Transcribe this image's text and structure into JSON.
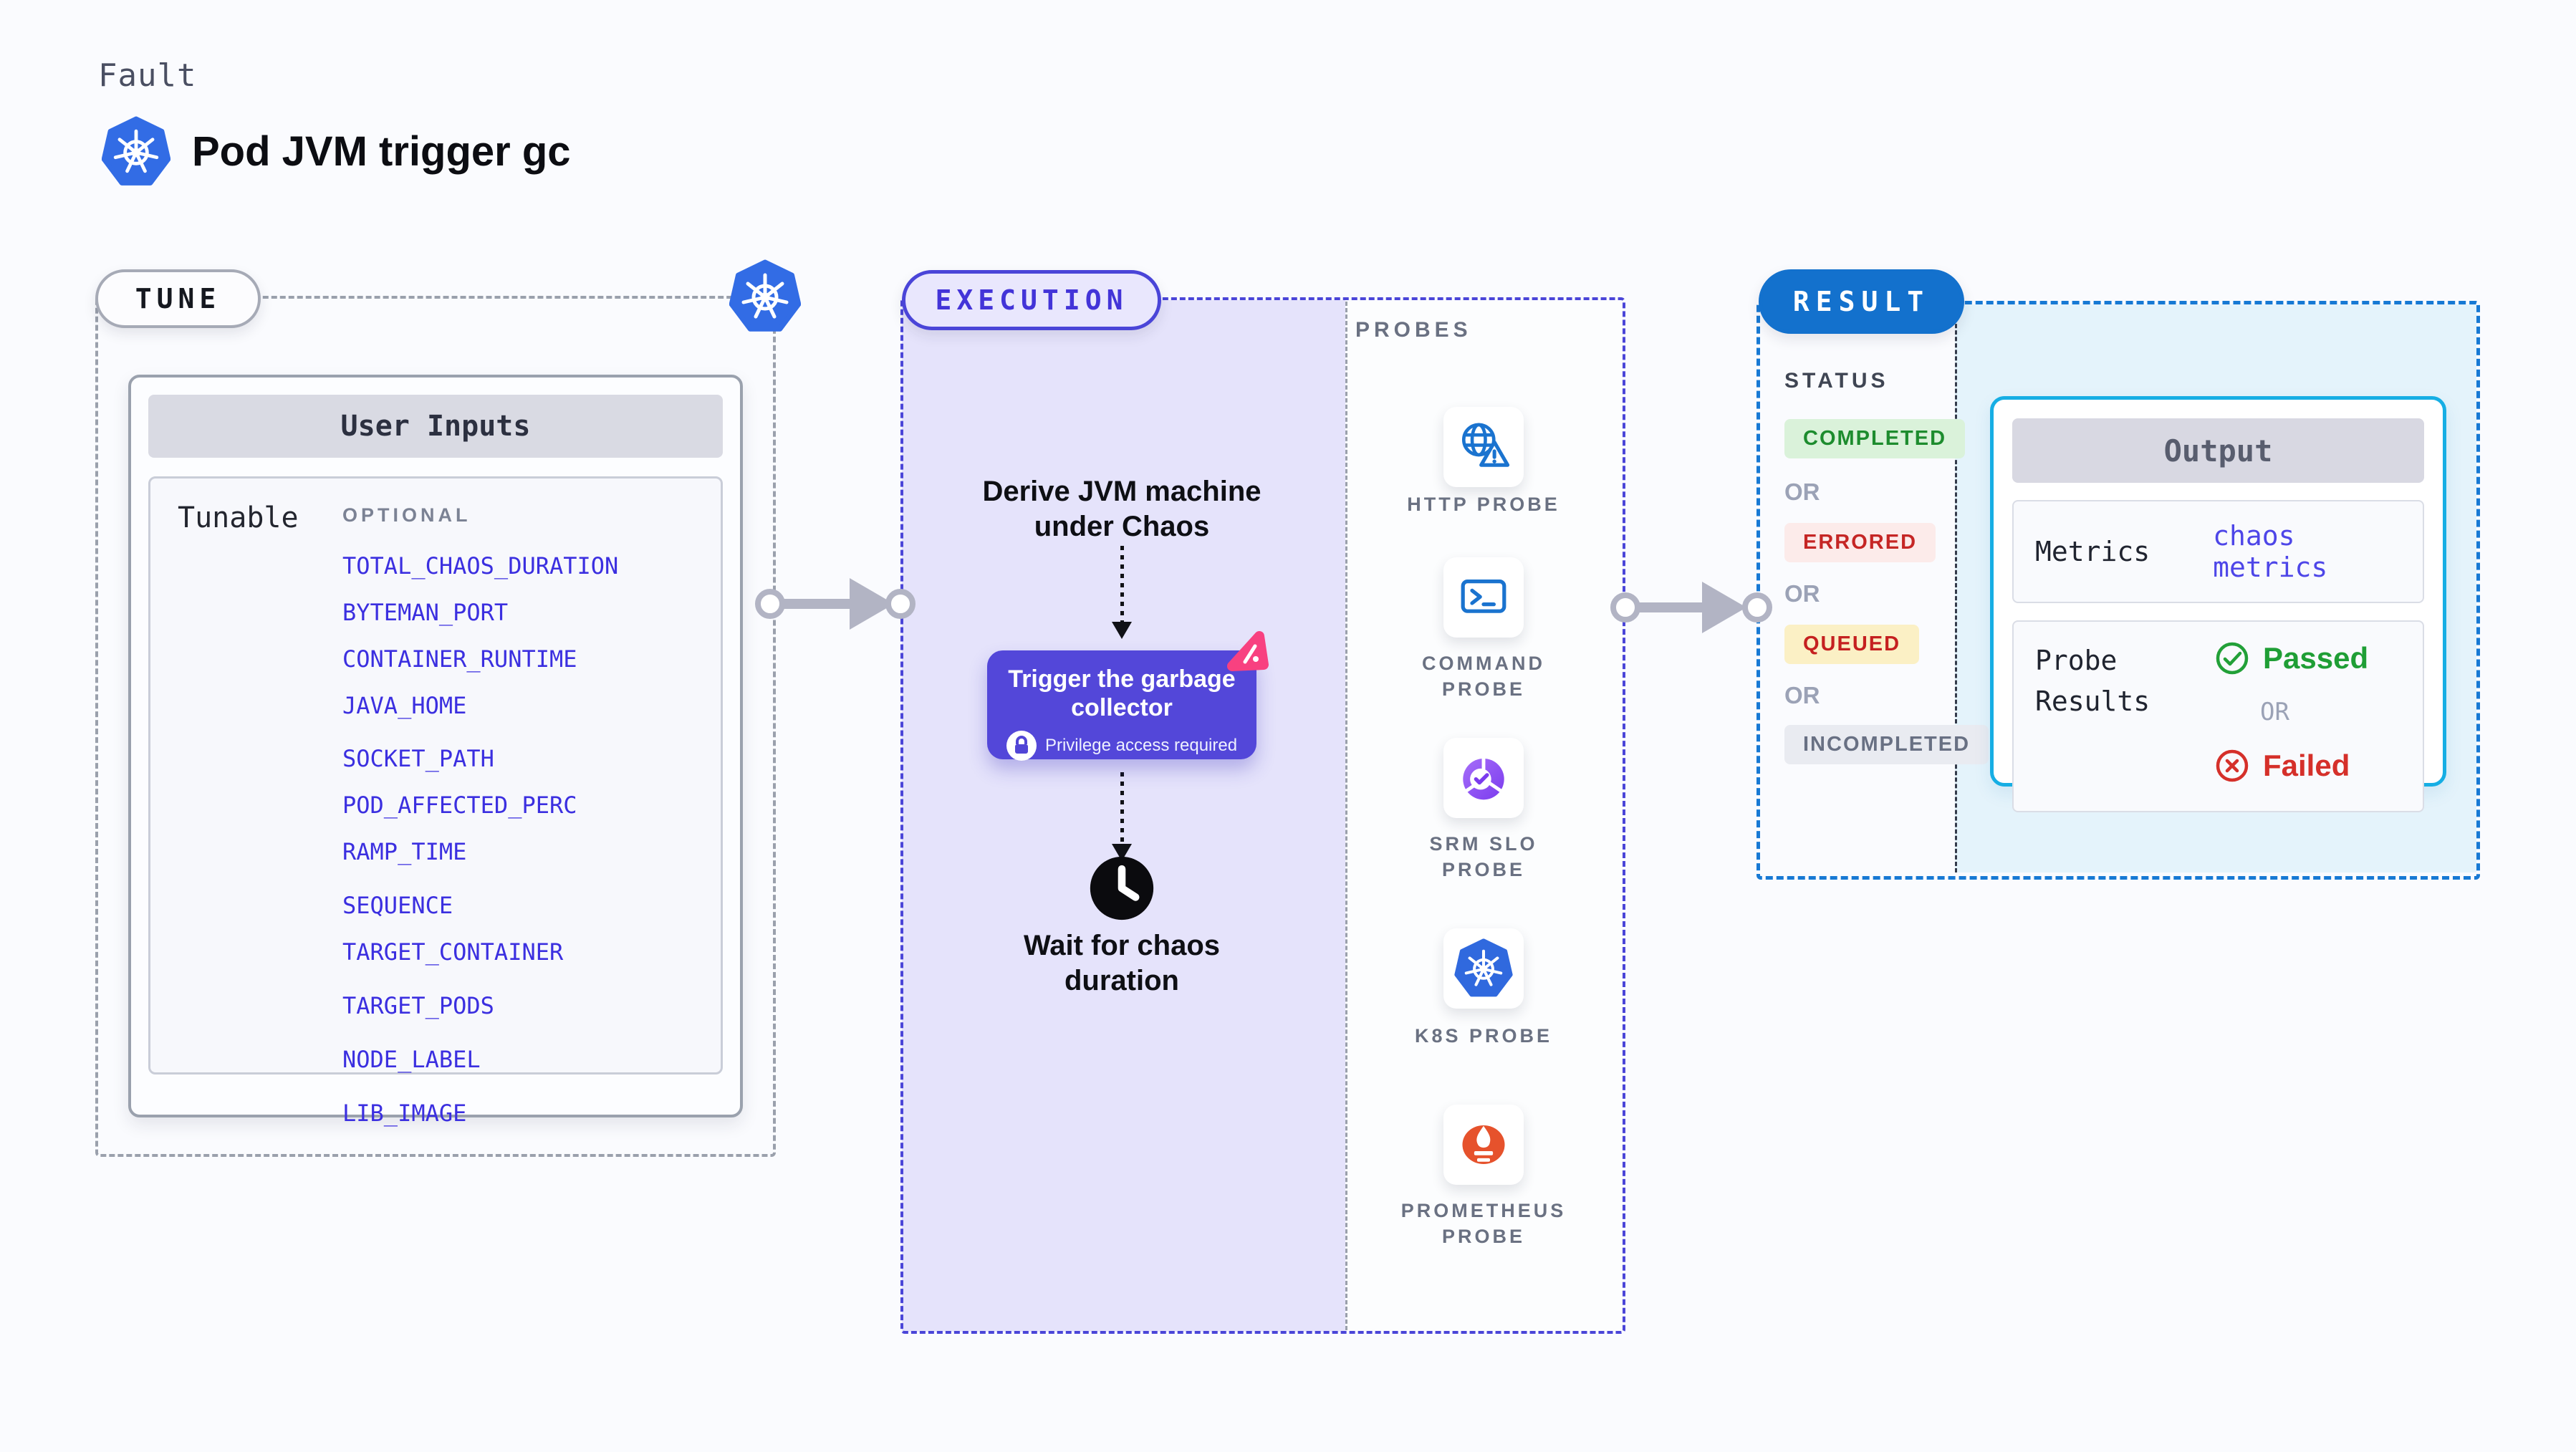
{
  "page": {
    "kicker": "Fault",
    "title": "Pod JVM trigger gc"
  },
  "tune": {
    "label": "TUNE",
    "card_title": "User Inputs",
    "row_label": "Tunable",
    "column_label": "OPTIONAL",
    "tunables": [
      "TOTAL_CHAOS_DURATION",
      "BYTEMAN_PORT",
      "CONTAINER_RUNTIME",
      "JAVA_HOME",
      "SOCKET_PATH",
      "POD_AFFECTED_PERC",
      "RAMP_TIME",
      "SEQUENCE",
      "TARGET_CONTAINER",
      "TARGET_PODS",
      "NODE_LABEL",
      "LIB_IMAGE"
    ]
  },
  "execution": {
    "label": "EXECUTION",
    "step1_line1": "Derive JVM machine",
    "step1_line2": "under Chaos",
    "action_line1": "Trigger the garbage",
    "action_line2": "collector",
    "action_note": "Privilege access required",
    "step3_line1": "Wait for chaos",
    "step3_line2": "duration"
  },
  "probes": {
    "label": "PROBES",
    "items": [
      {
        "name": "HTTP PROBE",
        "icon": "globe-alert-icon"
      },
      {
        "name": "COMMAND PROBE",
        "icon": "terminal-icon"
      },
      {
        "name": "SRM SLO PROBE",
        "icon": "slo-gauge-icon"
      },
      {
        "name": "K8S PROBE",
        "icon": "kubernetes-icon"
      },
      {
        "name": "PROMETHEUS PROBE",
        "icon": "prometheus-icon"
      }
    ]
  },
  "result": {
    "label": "RESULT",
    "status_label": "STATUS",
    "or_label": "OR",
    "statuses": [
      {
        "label": "COMPLETED",
        "color": "#1d8c2e",
        "bg": "#daf2da"
      },
      {
        "label": "ERRORED",
        "color": "#c52625",
        "bg": "#fcebea"
      },
      {
        "label": "QUEUED",
        "color": "#c52020",
        "bg": "#fbf0c5"
      },
      {
        "label": "INCOMPLETED",
        "color": "#687083",
        "bg": "#e9ebf1"
      }
    ],
    "output": {
      "title": "Output",
      "metrics_label": "Metrics",
      "metrics_value": "chaos metrics",
      "probe_results_label": "Probe Results",
      "passed_label": "Passed",
      "or_label": "OR",
      "failed_label": "Failed"
    }
  },
  "colors": {
    "background": "#fafbfe",
    "indigo_accent": "#4a45d8",
    "link_indigo": "#3b2fe0",
    "execution_fill": "#e5e3fb",
    "button_purple": "#5347d9",
    "result_blue": "#1371cd",
    "result_border": "#1779d4",
    "output_border": "#16aee4",
    "cyan_fill": "#e4f3fb",
    "kubernetes_blue": "#326ce5",
    "probe_blue": "#1a73cf",
    "prometheus_orange": "#e6522c",
    "srm_purple": "#7b3bee",
    "passed_green": "#1f9e35",
    "failed_red": "#d5302a",
    "arrow_gray": "#b2b4c4",
    "pink_sticker": "#f84180"
  }
}
